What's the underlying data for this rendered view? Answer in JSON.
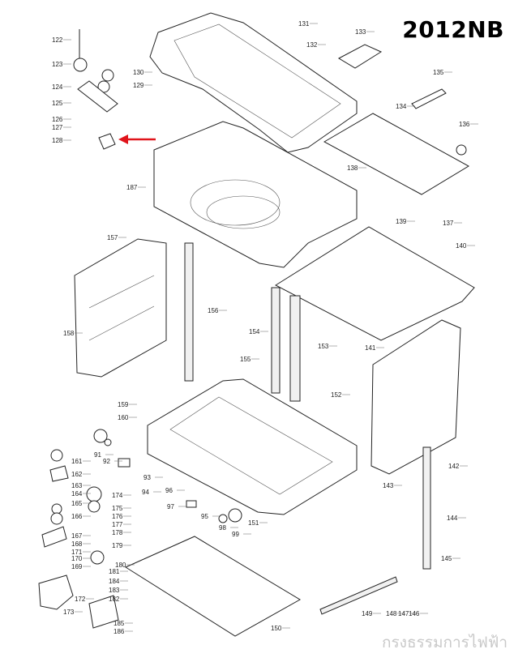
{
  "model": "2012NB",
  "watermark": "กรงธรรมการไฟฟ้า",
  "pointer_color": "#e0141b",
  "part_labels": [
    "122",
    "123",
    "130",
    "124",
    "129",
    "125",
    "126",
    "127",
    "128",
    "131",
    "132",
    "133",
    "134",
    "135",
    "136",
    "137",
    "138",
    "187",
    "139",
    "140",
    "141",
    "142",
    "143",
    "144",
    "145",
    "146",
    "147",
    "148",
    "149",
    "150",
    "151",
    "152",
    "153",
    "154",
    "155",
    "156",
    "157",
    "158",
    "159",
    "160",
    "161",
    "162",
    "163",
    "164",
    "165",
    "166",
    "167",
    "168",
    "169",
    "170",
    "171",
    "172",
    "173",
    "174",
    "175",
    "176",
    "177",
    "178",
    "179",
    "180",
    "181",
    "182",
    "183",
    "184",
    "185",
    "186",
    "91",
    "92",
    "93",
    "94",
    "95",
    "96",
    "97",
    "98",
    "99"
  ]
}
